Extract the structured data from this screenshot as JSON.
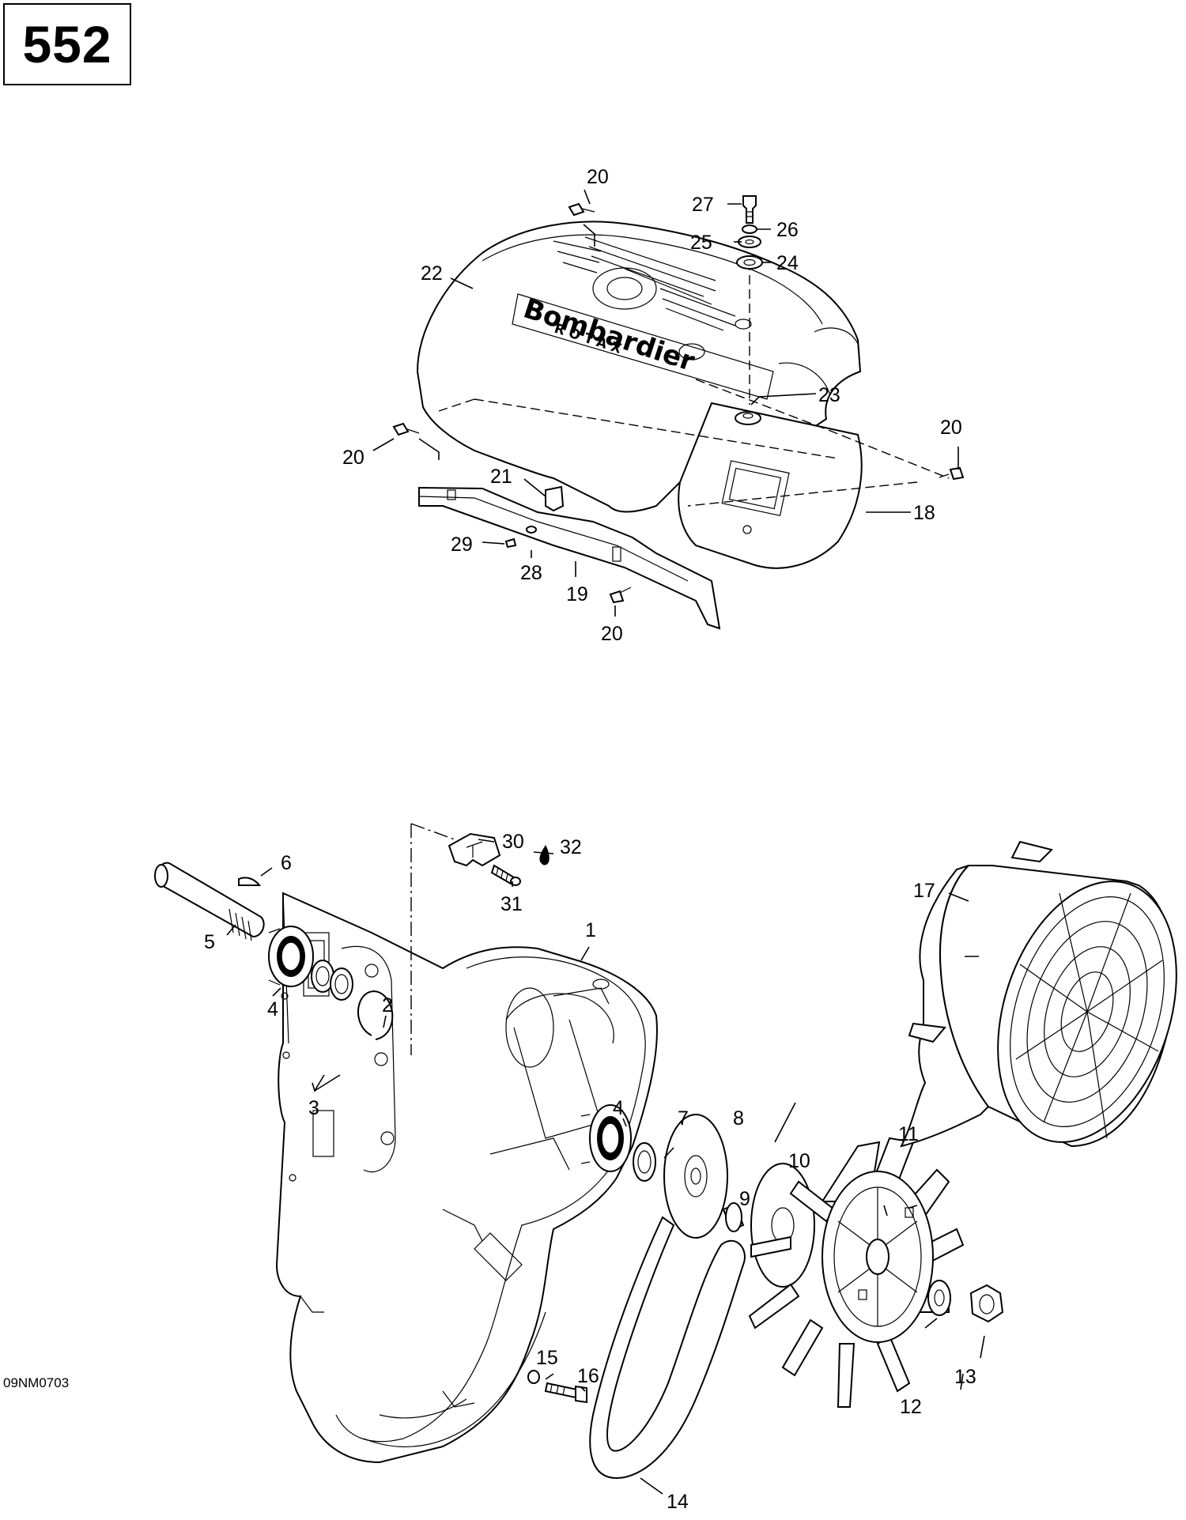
{
  "page": {
    "number": "552",
    "ref_code": "09NM0703"
  },
  "brand": {
    "line1": "Bombardier",
    "line2": "ROTAX"
  },
  "callouts": {
    "c1": "1",
    "c2": "2",
    "c3": "3",
    "c4a": "4",
    "c4b": "4",
    "c5": "5",
    "c6": "6",
    "c7": "7",
    "c8": "8",
    "c9": "9",
    "c10": "10",
    "c11": "11",
    "c12": "12",
    "c13": "13",
    "c14": "14",
    "c15": "15",
    "c16": "16",
    "c17": "17",
    "c18": "18",
    "c19": "19",
    "c20a": "20",
    "c20b": "20",
    "c20c": "20",
    "c20d": "20",
    "c21": "21",
    "c22": "22",
    "c23": "23",
    "c24": "24",
    "c25": "25",
    "c26": "26",
    "c27": "27",
    "c28": "28",
    "c29": "29",
    "c30": "30",
    "c31": "31",
    "c32": "32"
  }
}
